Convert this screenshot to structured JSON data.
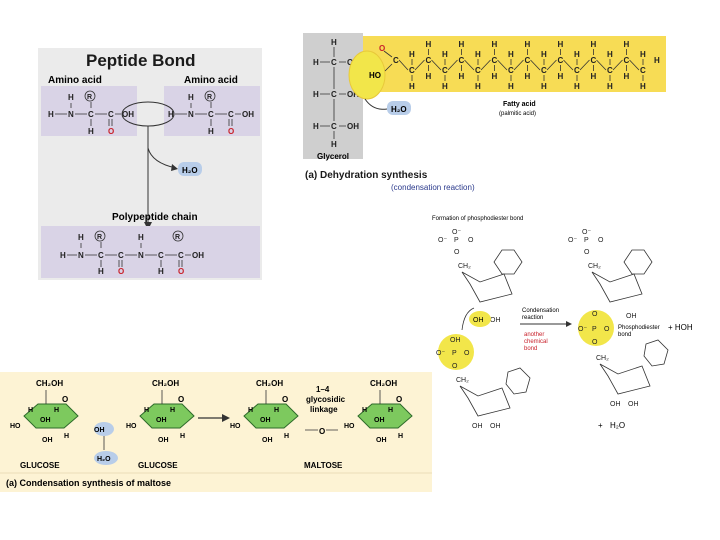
{
  "peptide": {
    "title": "Peptide Bond",
    "amino_acid_label_1": "Amino acid",
    "amino_acid_label_2": "Amino acid",
    "water": "H₂O",
    "polypeptide_label": "Polypeptide chain",
    "r": "R",
    "atoms": {
      "h": "H",
      "n": "N",
      "c": "C",
      "o": "O",
      "oh": "OH"
    }
  },
  "dehydration": {
    "glycerol_label": "Glycerol",
    "fatty_acid_label": "Fatty acid",
    "palmitic_label": "(palmitic acid)",
    "caption": "(a) Dehydration synthesis",
    "subcaption": "(condensation reaction)",
    "ho": "HO",
    "oh": "OH",
    "water": "H₂O",
    "o": "O",
    "h": "H",
    "c": "C"
  },
  "phosphodiester": {
    "title": "Formation of phosphodiester bond",
    "condensation_label_1": "Condensation",
    "condensation_label_2": "reaction",
    "another_1": "another",
    "another_2": "chemical",
    "another_3": "bond",
    "bond_label_1": "Phosphodiester",
    "bond_label_2": "bond",
    "hoh": "+ HOH",
    "water_plus": "+",
    "water": "H₂O",
    "oh": "OH",
    "ch2": "CH₂",
    "p": "P",
    "o": "O",
    "o_minus": "O⁻"
  },
  "maltose": {
    "glucose_1": "GLUCOSE",
    "glucose_2": "GLUCOSE",
    "maltose": "MALTOSE",
    "linkage_1": "1–4",
    "linkage_2": "glycosidic",
    "linkage_3": "linkage",
    "caption": "(a) Condensation synthesis of maltose",
    "ch2oh": "CH₂OH",
    "water": "H₂O",
    "oh": "OH",
    "ho": "HO",
    "h": "H",
    "o": "O"
  },
  "colors": {
    "peptide_bg": "#ebebeb",
    "peptide_box": "#d9d3e6",
    "fatty_yellow": "#f7dc55",
    "glycerol_gray": "#cfcfcf",
    "maltose_bg": "#fdf3d4",
    "glucose_green": "#7dc95e",
    "highlight_yellow": "#f2e64a",
    "water_blue": "#b8cde9",
    "red": "#c8202a",
    "caption_blue": "#2b3a8c"
  }
}
